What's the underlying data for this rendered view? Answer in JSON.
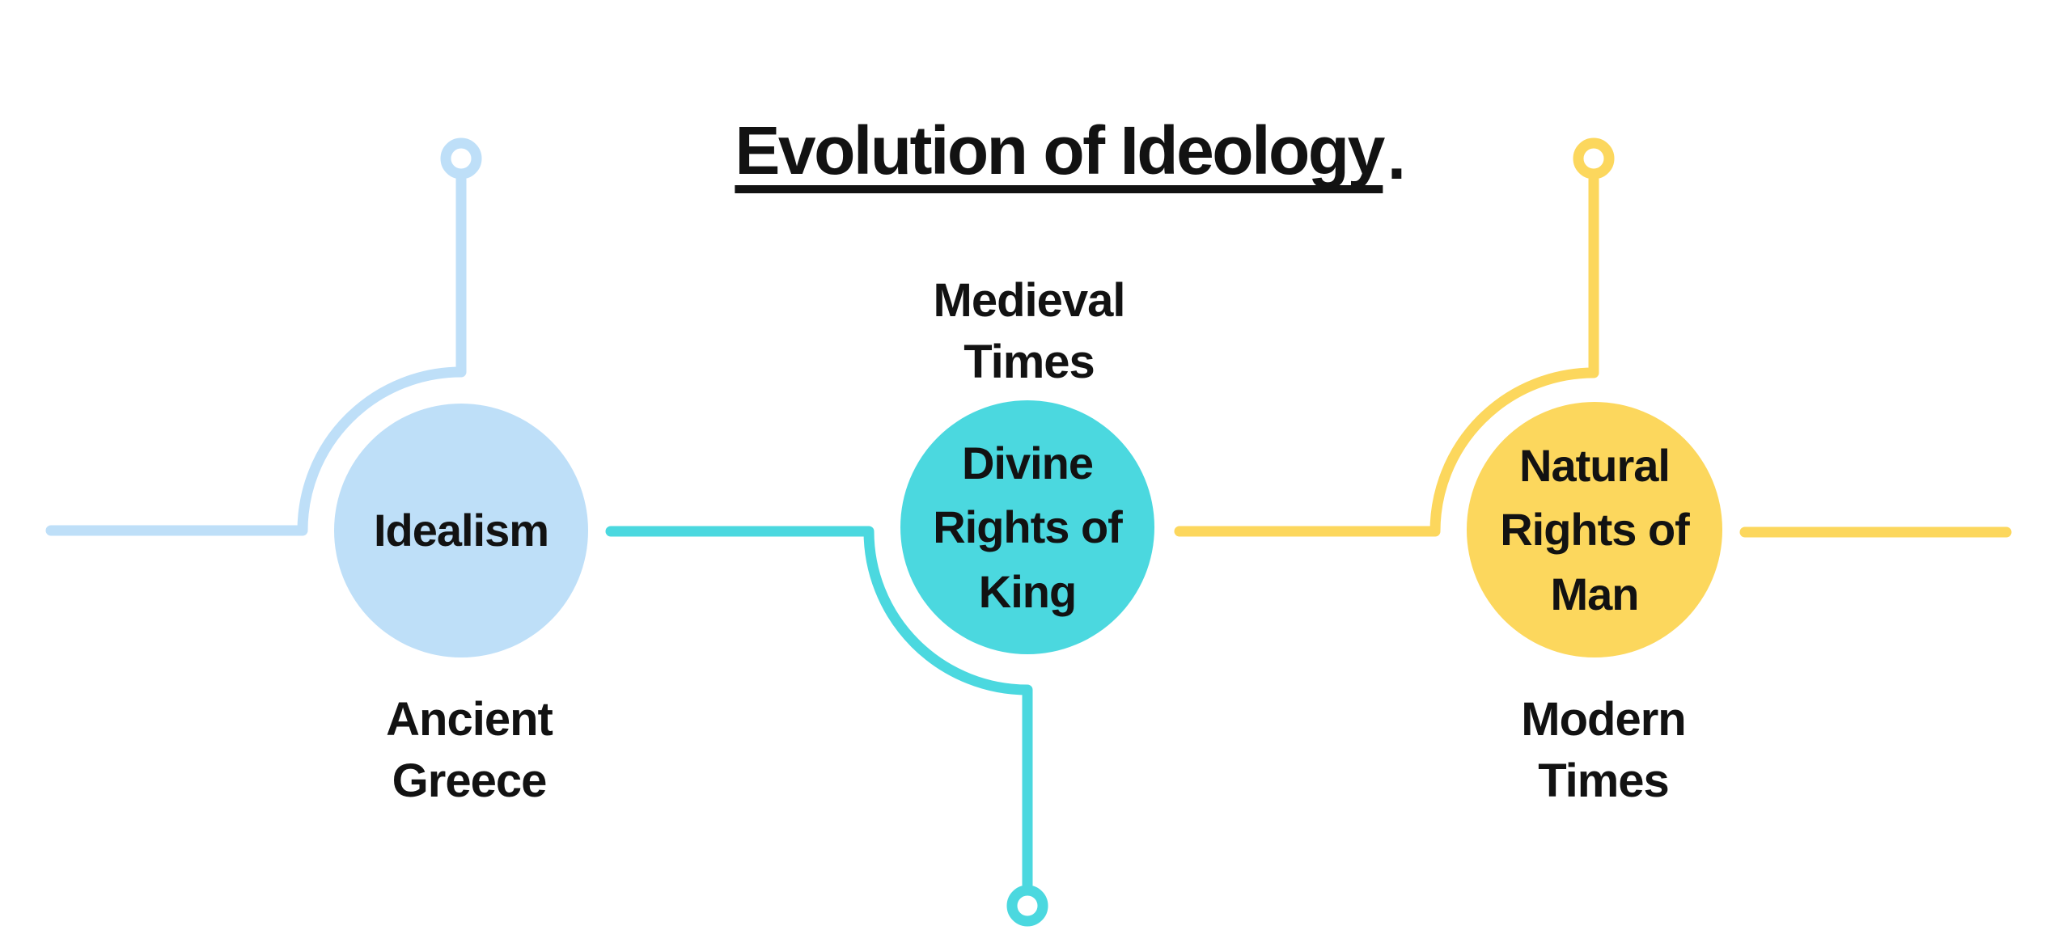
{
  "title": {
    "text": "Evolution of Ideology",
    "suffix": "."
  },
  "colors": {
    "blue": "#BEDFF8",
    "teal": "#4BD8DF",
    "yellow": "#FCD75D",
    "ink": "#121212",
    "white": "#ffffff"
  },
  "nodes": [
    {
      "id": "idealism",
      "label": "Idealism",
      "era": "Ancient Greece",
      "era_position": "below",
      "color_name": "blue"
    },
    {
      "id": "divine-rights",
      "label": "Divine Rights of King",
      "era": "Medieval Times",
      "era_position": "above",
      "color_name": "teal"
    },
    {
      "id": "natural-rights",
      "label": "Natural Rights of Man",
      "era": "Modern Times",
      "era_position": "below",
      "color_name": "yellow"
    }
  ]
}
